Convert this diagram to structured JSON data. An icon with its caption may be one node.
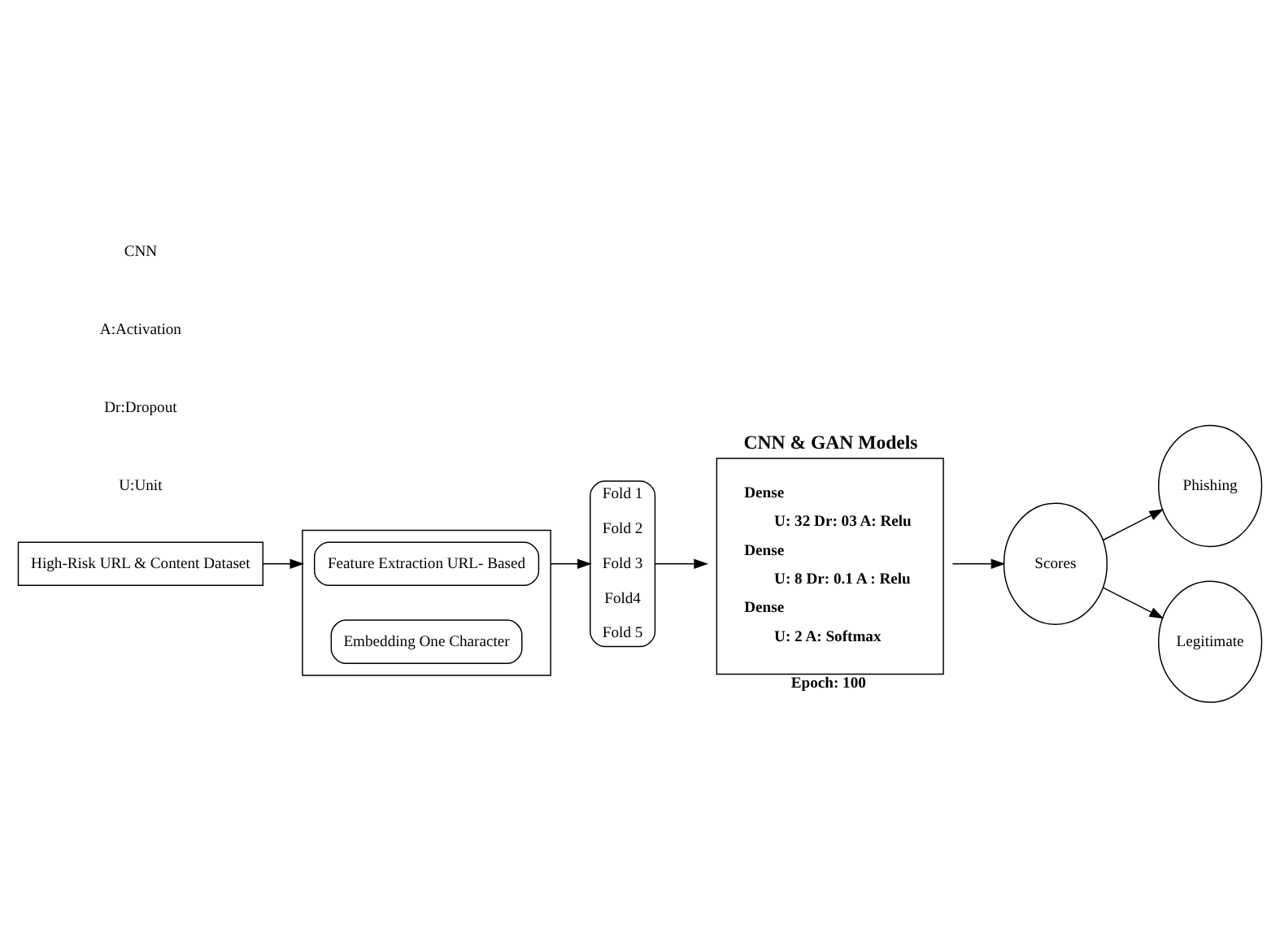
{
  "diagram": {
    "nodes": [
      {
        "text": [
          "High-Risk URL & Content Dataset"
        ]
      },
      {
        "text": [],
        "shape": "box"
      },
      {
        "text": [
          "Feature Extraction URL- Based"
        ],
        "in": 1
      },
      {
        "text": [
          "Embedding One Character"
        ],
        "in": 1
      },
      {
        "text": [
          "Fold 1",
          "Fold 2",
          "Fold 3",
          "Fold4",
          "Fold 5"
        ]
      },
      {
        "text": [
          "CNN & GAN Models",
          "Dense",
          "U: 32 Dr: 03 A: Relu",
          "Dense",
          "U: 8 Dr: 0.1 A : Relu",
          "Dense",
          "U: 2 A: Softmax"
        ],
        "beside": [
          "Epoch: 100"
        ]
      },
      {
        "text": [
          "Scores"
        ]
      },
      {
        "text": [
          "Phishing"
        ]
      },
      {
        "text": [
          "Legitimate"
        ]
      }
    ],
    "edges": [
      {
        "from": 0,
        "to": 1,
        "arrow": "to"
      },
      {
        "from": 1,
        "to": 4,
        "arrow": "to"
      },
      {
        "from": 4,
        "to": 5,
        "arrow": "to"
      },
      {
        "from": 5,
        "to": 6,
        "arrow": "to"
      },
      {
        "from": 6,
        "to": 7,
        "arrow": "to"
      },
      {
        "from": 6,
        "to": 8,
        "arrow": "to"
      }
    ],
    "labels": [
      "U:Unit",
      "Dr:Dropout",
      "A:Activation",
      "CNN"
    ]
  }
}
